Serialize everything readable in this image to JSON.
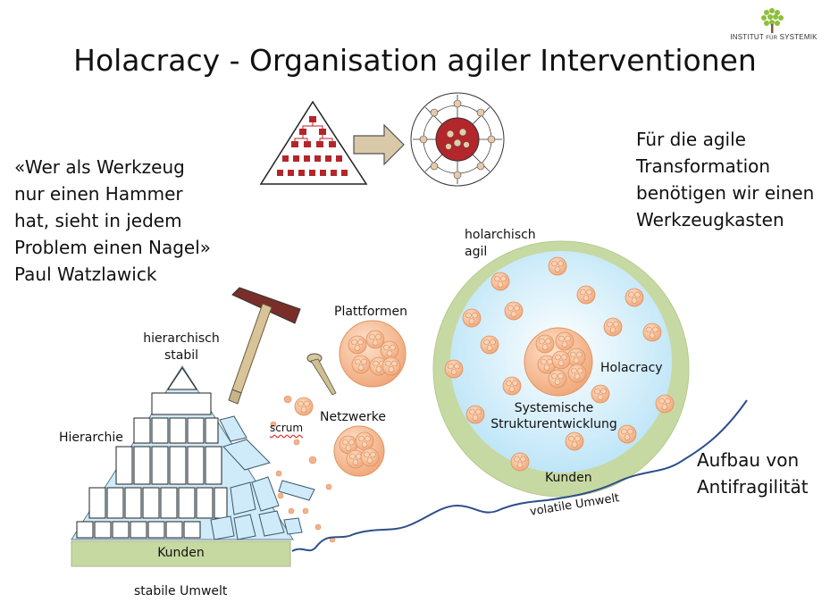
{
  "header": {
    "title": "Holacracy - Organisation agiler Interventionen",
    "logo_text": "INSTITUT",
    "logo_text_small": "FÜR",
    "logo_text_end": "SYSTEMIK"
  },
  "quote": {
    "line1": "«Wer als Werkzeug",
    "line2": "nur einen Hammer",
    "line3": "hat, sieht in jedem",
    "line4": "Problem einen Nagel»",
    "author": "Paul Watzlawick"
  },
  "right_text": {
    "line1": "Für die agile",
    "line2": "Transformation",
    "line3": "benötigen wir einen",
    "line4": "Werkzeugkasten"
  },
  "antifragility": {
    "line1": "Aufbau von",
    "line2": "Antifragilität"
  },
  "pyramid": {
    "top_label_1": "hierarchisch",
    "top_label_2": "stabil",
    "side_label": "Hierarchie",
    "base_label": "Kunden",
    "ground_label": "stabile Umwelt"
  },
  "middle": {
    "plattformen": "Plattformen",
    "netzwerke": "Netzwerke",
    "scrum": "scrum"
  },
  "circle": {
    "top_label_1": "holarchisch",
    "top_label_2": "agil",
    "holacracy": "Holacracy",
    "systemic_1": "Systemische",
    "systemic_2": "Strukturentwicklung",
    "base_label": "Kunden"
  },
  "curve": {
    "label": "volatile Umwelt"
  },
  "colors": {
    "pyramid_blue": "#cfeaf8",
    "kunden_green": "#c5d9a0",
    "ring_green": "#c7d9a2",
    "inner_blue": "#bfe6f8",
    "cell_orange": "#f5b48c",
    "curve_blue": "#2d4f8a"
  }
}
